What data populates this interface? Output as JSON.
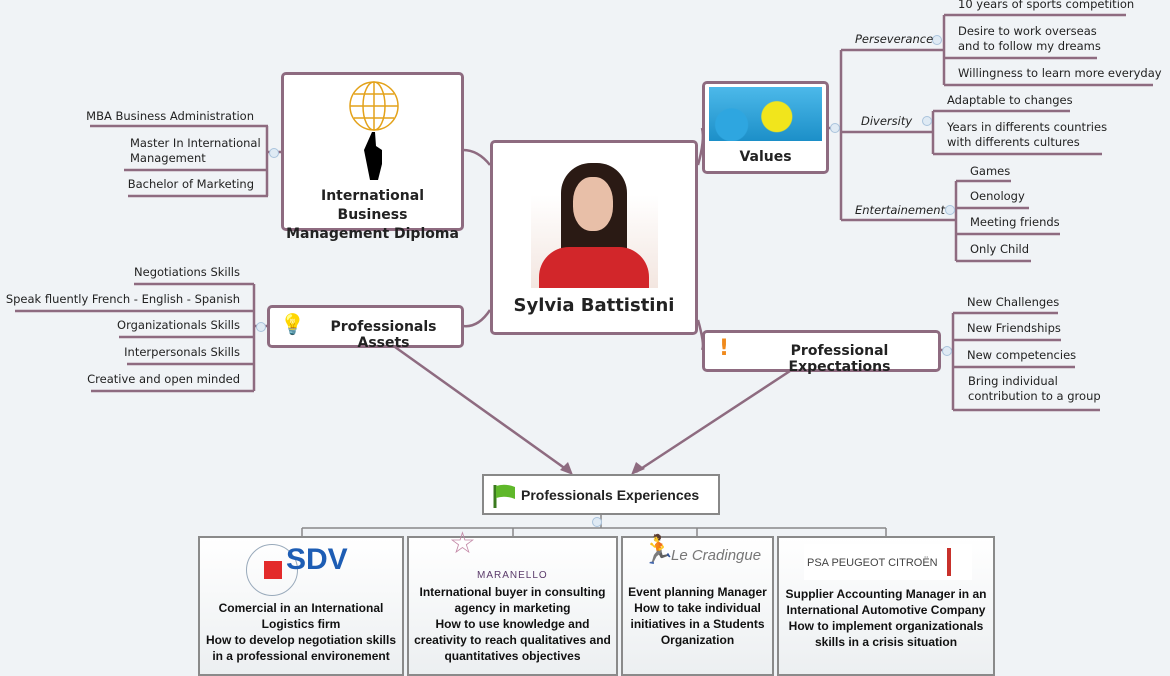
{
  "center": {
    "name": "Sylvia Battistini"
  },
  "diploma": {
    "title_1": "International Business",
    "title_2": "Management Diploma",
    "items": [
      "MBA Business Administration",
      "Master In International",
      "Management",
      "Bachelor of Marketing"
    ]
  },
  "assets": {
    "title": "Professionals Assets",
    "items": [
      "Negotiations Skills",
      "Speak fluently French - English - Spanish",
      "Organizationals Skills",
      "Interpersonals Skills",
      "Creative and open minded"
    ]
  },
  "values": {
    "title": "Values",
    "perseverance": {
      "label": "Perseverance",
      "items": [
        "10 years of sports competition",
        "Desire to work overseas",
        "and to follow my dreams",
        "Willingness to learn more everyday"
      ]
    },
    "diversity": {
      "label": "Diversity",
      "items": [
        "Adaptable to changes",
        "Years in differents countries",
        "with differents cultures"
      ]
    },
    "entertainment": {
      "label": "Entertainement",
      "items": [
        "Games",
        "Oenology",
        "Meeting friends",
        "Only Child"
      ]
    }
  },
  "expectations": {
    "title": "Professional Expectations",
    "items": [
      "New Challenges",
      "New Friendships",
      "New competencies",
      "Bring individual",
      "contribution to a group"
    ]
  },
  "experiences": {
    "title": "Professionals Experiences",
    "cards": [
      {
        "logo": "SDV",
        "lines": [
          "Comercial in an International",
          "Logistics firm",
          "How to develop negotiation skills",
          "in a professional environement"
        ]
      },
      {
        "logo": "MARANELLO",
        "lines": [
          "International buyer in consulting",
          "agency in marketing",
          "How to use knowledge and",
          "creativity to reach qualitatives and",
          "quantitatives objectives"
        ]
      },
      {
        "logo": "Le Cradingue",
        "lines": [
          "Event planning Manager",
          "How to take individual",
          "initiatives in a Students",
          "Organization"
        ]
      },
      {
        "logo": "PSA PEUGEOT CITROËN",
        "lines": [
          "Supplier Accounting Manager in an",
          "International Automotive Company",
          "How to implement organizationals",
          "skills in a crisis situation"
        ]
      }
    ]
  },
  "colors": {
    "line": "#8e6b80",
    "background": "#f0f3f6"
  }
}
